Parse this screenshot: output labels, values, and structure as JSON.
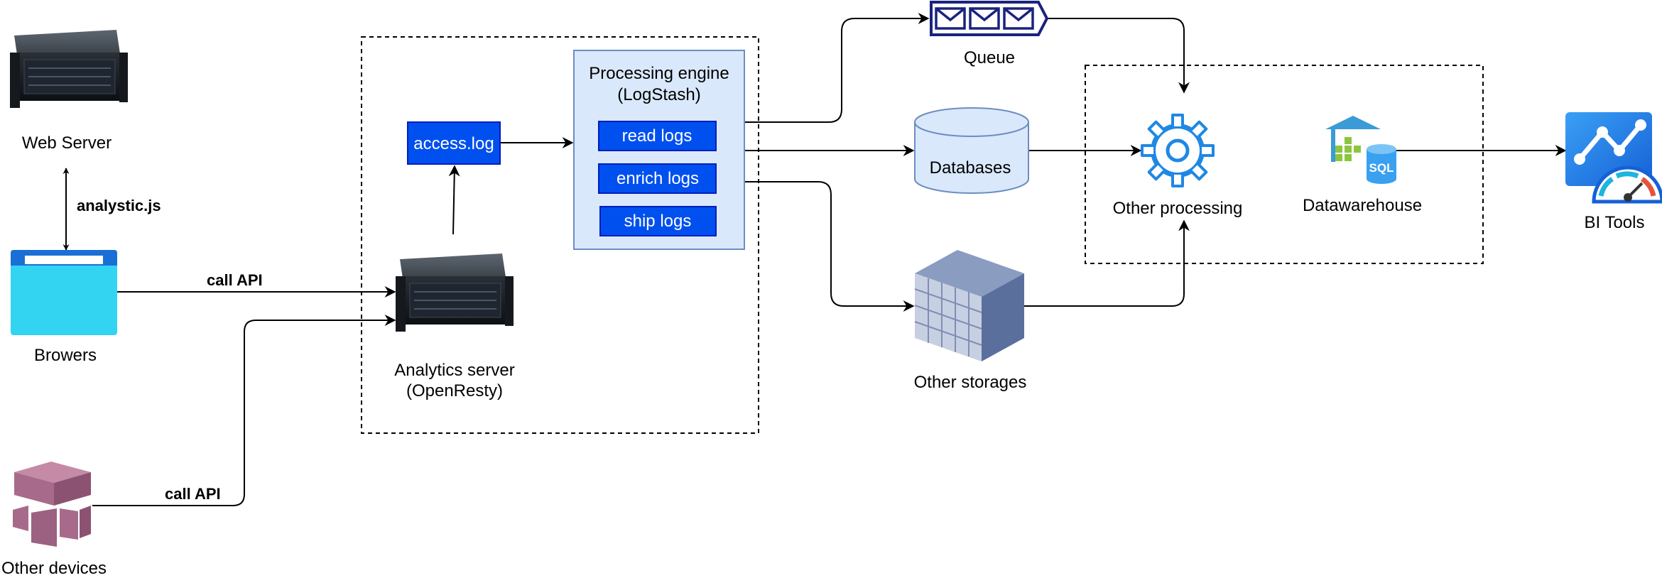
{
  "nodes": {
    "web_server": "Web Server",
    "browsers": "Browers",
    "other_devices": "Other devices",
    "analytics_server_line1": "Analytics server",
    "analytics_server_line2": "(OpenResty)",
    "access_log": "access.log",
    "processing_engine_line1": "Processing engine",
    "processing_engine_line2": "(LogStash)",
    "read_logs": "read logs",
    "enrich_logs": "enrich logs",
    "ship_logs": "ship logs",
    "queue": "Queue",
    "databases": "Databases",
    "other_storages": "Other storages",
    "other_processing": "Other processing",
    "datawarehouse": "Datawarehouse",
    "bi_tools": "BI Tools",
    "sql_badge": "SQL"
  },
  "edges": {
    "web_browser": "analystic.js",
    "browser_analytics": "call API",
    "devices_analytics": "call API"
  },
  "colors": {
    "blue_box": "#0050ef",
    "blue_box_border": "#001dbc",
    "light_blue_fill": "#dae8fc",
    "light_blue_border": "#6c8ebf",
    "queue_navy": "#1a237e",
    "gear_blue": "#1e88e5",
    "storage_slate": "#6a7fa8",
    "device_mauve": "#a86a8a"
  },
  "icons": {
    "web_server": "server-rack-icon",
    "analytics_server": "server-rack-icon",
    "browsers": "browser-window-icon",
    "other_devices": "device-cubes-icon",
    "queue": "message-queue-icon",
    "databases": "database-cylinder-icon",
    "other_storages": "storage-array-icon",
    "other_processing": "gear-icon",
    "datawarehouse": "sql-warehouse-icon",
    "bi_tools": "bi-dashboard-icon"
  }
}
